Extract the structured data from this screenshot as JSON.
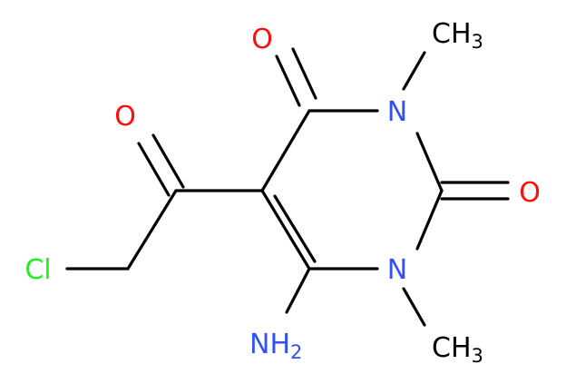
{
  "molecule": {
    "atoms": {
      "o_ring_top": {
        "text": "O"
      },
      "o_ring_right": {
        "text": "O"
      },
      "o_ketone": {
        "text": "O"
      },
      "n_top": {
        "text": "N"
      },
      "n_bottom": {
        "text": "N"
      },
      "cl": {
        "text": "Cl"
      },
      "methyl_top": {
        "main": "CH",
        "sub": "3"
      },
      "methyl_bottom": {
        "main": "CH",
        "sub": "3"
      },
      "amino": {
        "main": "NH",
        "sub": "2"
      }
    }
  },
  "colors": {
    "oxygen": "#ff0d0d",
    "nitrogen": "#3050f8",
    "chlorine": "#1ff01f",
    "carbon": "#000000",
    "bond": "#000000"
  }
}
